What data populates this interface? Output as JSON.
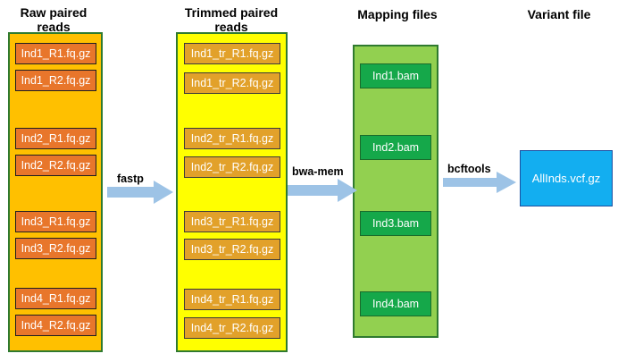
{
  "headers": {
    "raw": [
      "Raw paired",
      "reads"
    ],
    "trimmed": [
      "Trimmed paired",
      "reads"
    ],
    "mapping": "Mapping files",
    "variant": "Variant file"
  },
  "raw_files": [
    "Ind1_R1.fq.gz",
    "Ind1_R2.fq.gz",
    "Ind2_R1.fq.gz",
    "Ind2_R2.fq.gz",
    "Ind3_R1.fq.gz",
    "Ind3_R2.fq.gz",
    "Ind4_R1.fq.gz",
    "Ind4_R2.fq.gz"
  ],
  "trimmed_files": [
    "Ind1_tr_R1.fq.gz",
    "Ind1_tr_R2.fq.gz",
    "Ind2_tr_R1.fq.gz",
    "Ind2_tr_R2.fq.gz",
    "Ind3_tr_R1.fq.gz",
    "Ind3_tr_R2.fq.gz",
    "Ind4_tr_R1.fq.gz",
    "Ind4_tr_R2.fq.gz"
  ],
  "bam_files": [
    "Ind1.bam",
    "Ind2.bam",
    "Ind3.bam",
    "Ind4.bam"
  ],
  "variant_file": "AllInds.vcf.gz",
  "tools": {
    "trim": "fastp",
    "map": "bwa-mem",
    "call": "bcftools"
  },
  "colors": {
    "raw_column": "#ffc000",
    "trimmed_column": "#ffff00",
    "mapping_column": "#92d050",
    "arrow": "#9dc3e6"
  }
}
